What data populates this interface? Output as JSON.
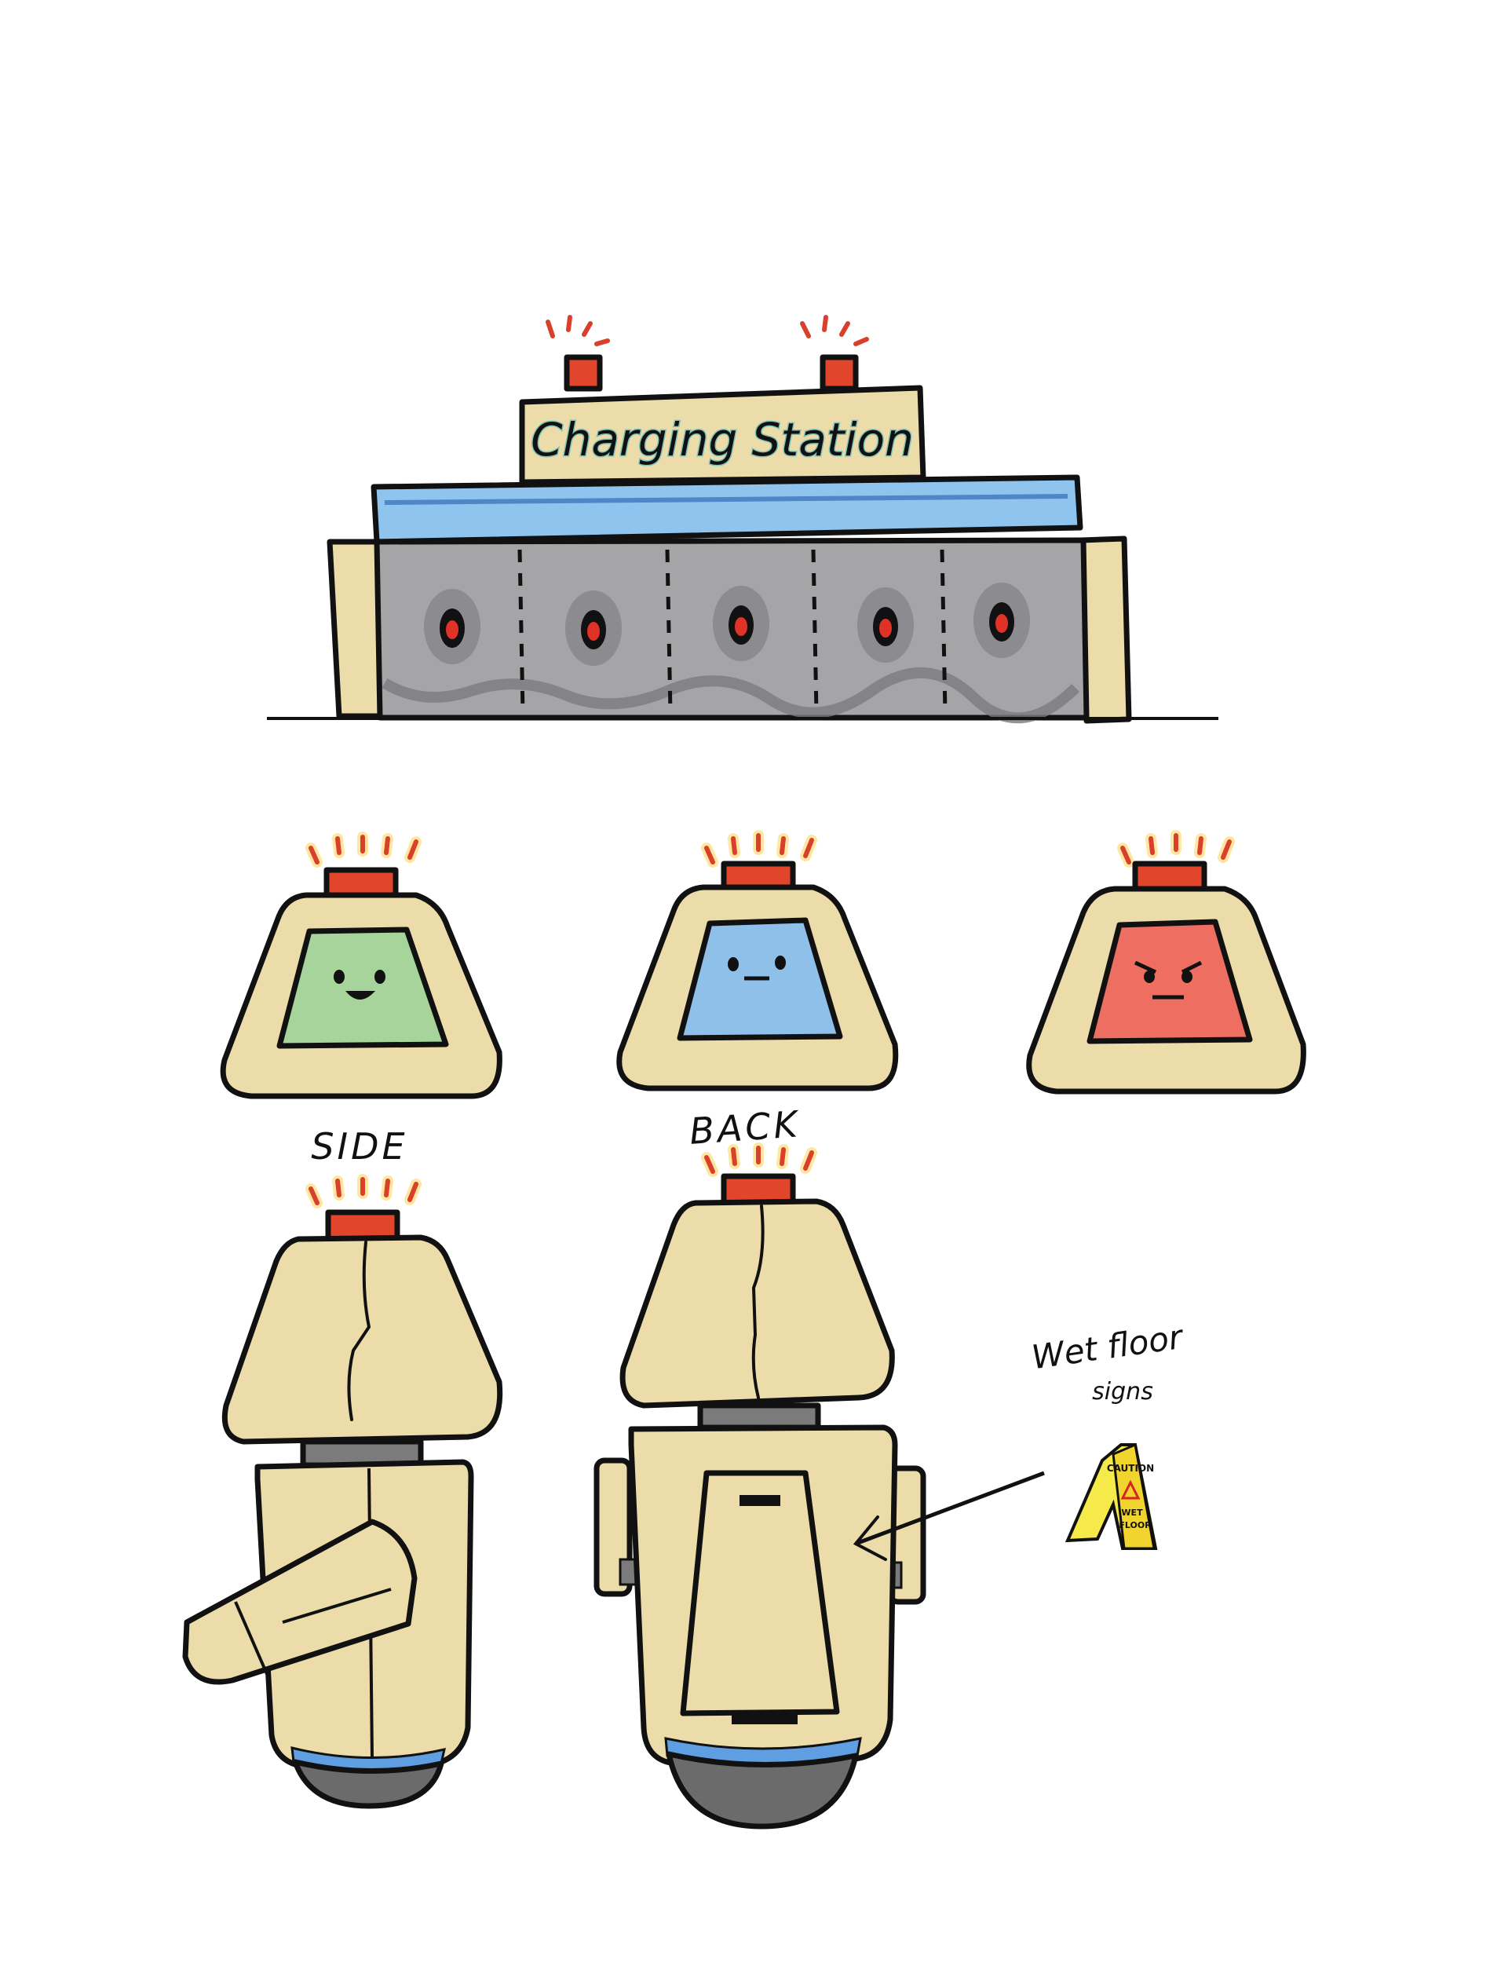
{
  "station": {
    "sign_text": "Charging Station"
  },
  "labels": {
    "side": "SIDE",
    "back": "BACK"
  },
  "annotation": {
    "line1": "Wet floor",
    "line2": "signs"
  },
  "wet_sign": {
    "top_text": "CAUTION",
    "bottom_text_1": "WET",
    "bottom_text_2": "FLOOR"
  },
  "faces": [
    {
      "mood": "happy",
      "color": "#a6d49a"
    },
    {
      "mood": "neutral",
      "color": "#8fc0ea"
    },
    {
      "mood": "angry",
      "color": "#ee6e62"
    }
  ],
  "colors": {
    "body": "#ecdcaa",
    "body_shadow": "#e3c778",
    "station_panel": "#a5a5a8",
    "station_top": "#8ec4ee",
    "beacon": "#e1452c",
    "base_ring": "#5f9ee0",
    "wheel": "#6b6b6b",
    "sign_yellow": "#f6ea4a"
  }
}
